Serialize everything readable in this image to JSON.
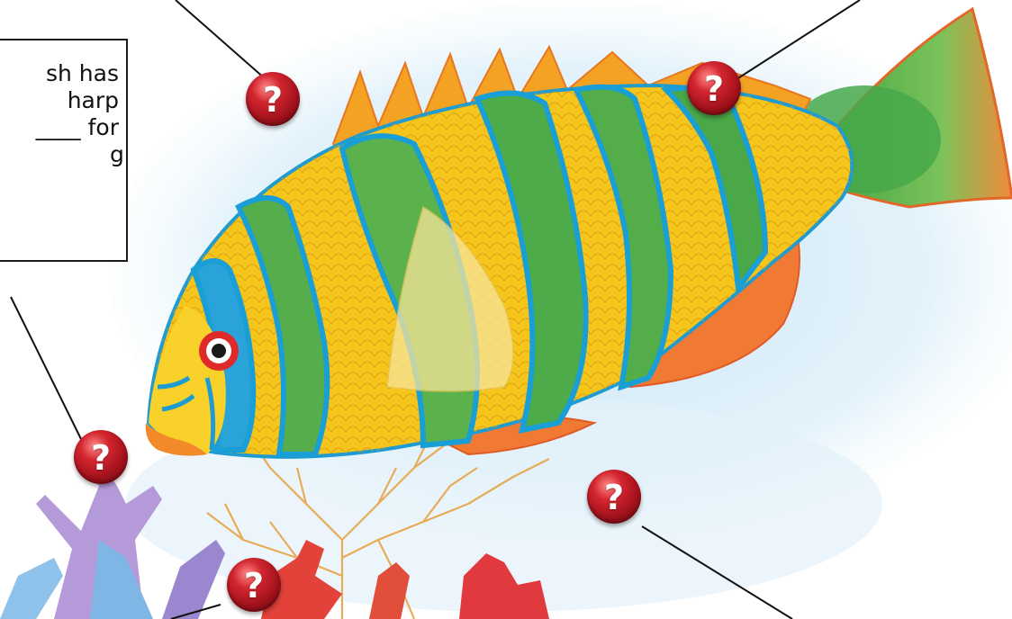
{
  "callout": {
    "lines": [
      "sh has",
      "harp",
      "____ for",
      "g"
    ]
  },
  "hotspots": [
    {
      "symbol": "?"
    },
    {
      "symbol": "?"
    },
    {
      "symbol": "?"
    },
    {
      "symbol": "?"
    },
    {
      "symbol": "?"
    }
  ],
  "colors": {
    "marker_red": "#b3141f",
    "fish_yellow": "#f6c51c",
    "fish_blue": "#1ea6d8",
    "fish_green": "#58b04a",
    "fish_orange": "#f2782a",
    "water_blue": "#cfe8f6",
    "coral_purple": "#a48ad6",
    "coral_red": "#e0413a",
    "fan_coral": "#eab060"
  }
}
